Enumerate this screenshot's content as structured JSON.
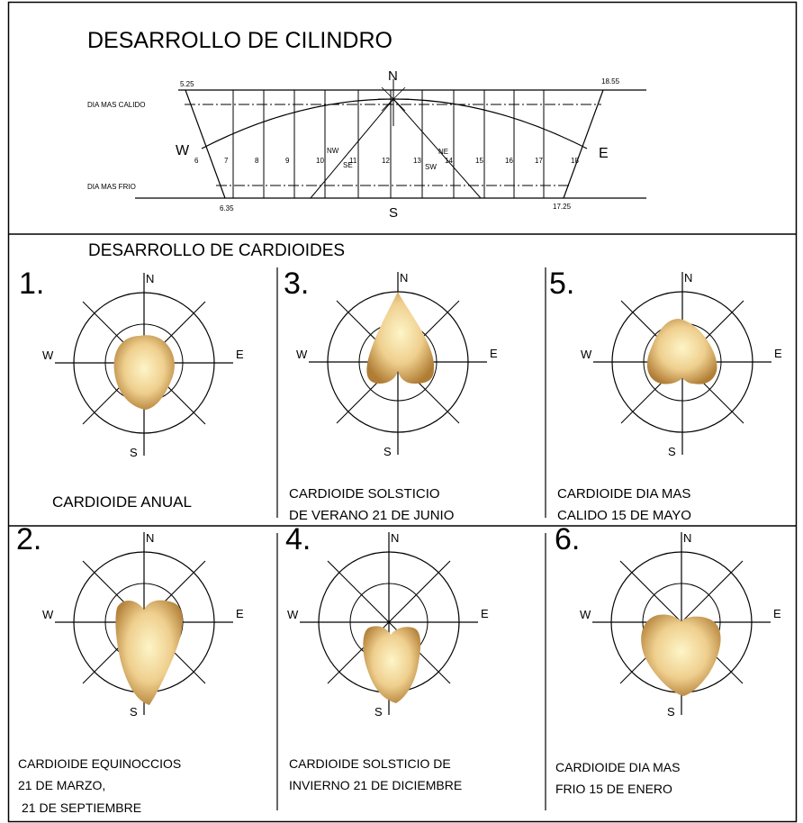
{
  "cylinder": {
    "title": "DESARROLLO DE CILINDRO",
    "north": "N",
    "south": "S",
    "west": "W",
    "east": "E",
    "hot_day_label": "DIA MAS CALIDO",
    "cold_day_label": "DIA MAS FRIO",
    "time_top_left": "5.25",
    "time_top_right": "18.55",
    "time_bottom_left": "6.35",
    "time_bottom_right": "17.25",
    "hours": [
      "6",
      "7",
      "8",
      "9",
      "10",
      "11",
      "12",
      "13",
      "14",
      "15",
      "16",
      "17",
      "18"
    ],
    "quadrant_nw": "NW",
    "quadrant_se": "SE",
    "quadrant_ne": "NE",
    "quadrant_sw": "SW"
  },
  "cardioids": {
    "title": "DESARROLLO DE CARDIOIDES",
    "items": [
      {
        "number": "1.",
        "north": "N",
        "south": "S",
        "west": "W",
        "east": "E",
        "caption": [
          "CARDIOIDE ANUAL"
        ]
      },
      {
        "number": "3.",
        "north": "N",
        "south": "S",
        "west": "W",
        "east": "E",
        "caption": [
          "CARDIOIDE SOLSTICIO",
          "DE VERANO 21 DE JUNIO"
        ]
      },
      {
        "number": "5.",
        "north": "N",
        "south": "S",
        "west": "W",
        "east": "E",
        "caption": [
          "CARDIOIDE DIA MAS",
          "CALIDO 15 DE MAYO"
        ]
      },
      {
        "number": "2.",
        "north": "N",
        "south": "S",
        "west": "W",
        "east": "E",
        "caption": [
          "CARDIOIDE EQUINOCCIOS",
          "21 DE MARZO,",
          "21 DE SEPTIEMBRE"
        ]
      },
      {
        "number": "4.",
        "north": "N",
        "south": "S",
        "west": "W",
        "east": "E",
        "caption": [
          "CARDIOIDE SOLSTICIO DE",
          "INVIERNO 21 DE DICIEMBRE"
        ]
      },
      {
        "number": "6.",
        "north": "N",
        "south": "S",
        "west": "W",
        "east": "E",
        "caption": [
          "CARDIOIDE DIA MAS",
          "FRIO 15 DE ENERO"
        ]
      }
    ]
  },
  "colors": {
    "shape_center": "#fdf5c8",
    "shape_mid": "#efcf8e",
    "shape_edge": "#b07d35",
    "line": "#000000"
  }
}
